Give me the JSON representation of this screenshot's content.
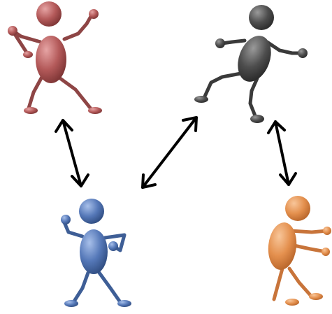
{
  "figures": [
    {
      "id": "red",
      "name": "stick-figure-red",
      "color": "#b45a5a",
      "pose": "dancing"
    },
    {
      "id": "gray",
      "name": "stick-figure-gray",
      "color": "#4e4e4e",
      "pose": "striding"
    },
    {
      "id": "blue",
      "name": "stick-figure-blue",
      "color": "#5578b8",
      "pose": "flexing"
    },
    {
      "id": "orange",
      "name": "stick-figure-orange",
      "color": "#e4904e",
      "pose": "pushing"
    }
  ],
  "connections": [
    {
      "from": "red",
      "to": "blue",
      "type": "bidirectional"
    },
    {
      "from": "gray",
      "to": "blue",
      "type": "bidirectional"
    },
    {
      "from": "gray",
      "to": "orange",
      "type": "bidirectional"
    }
  ],
  "arrow_color": "#000000"
}
